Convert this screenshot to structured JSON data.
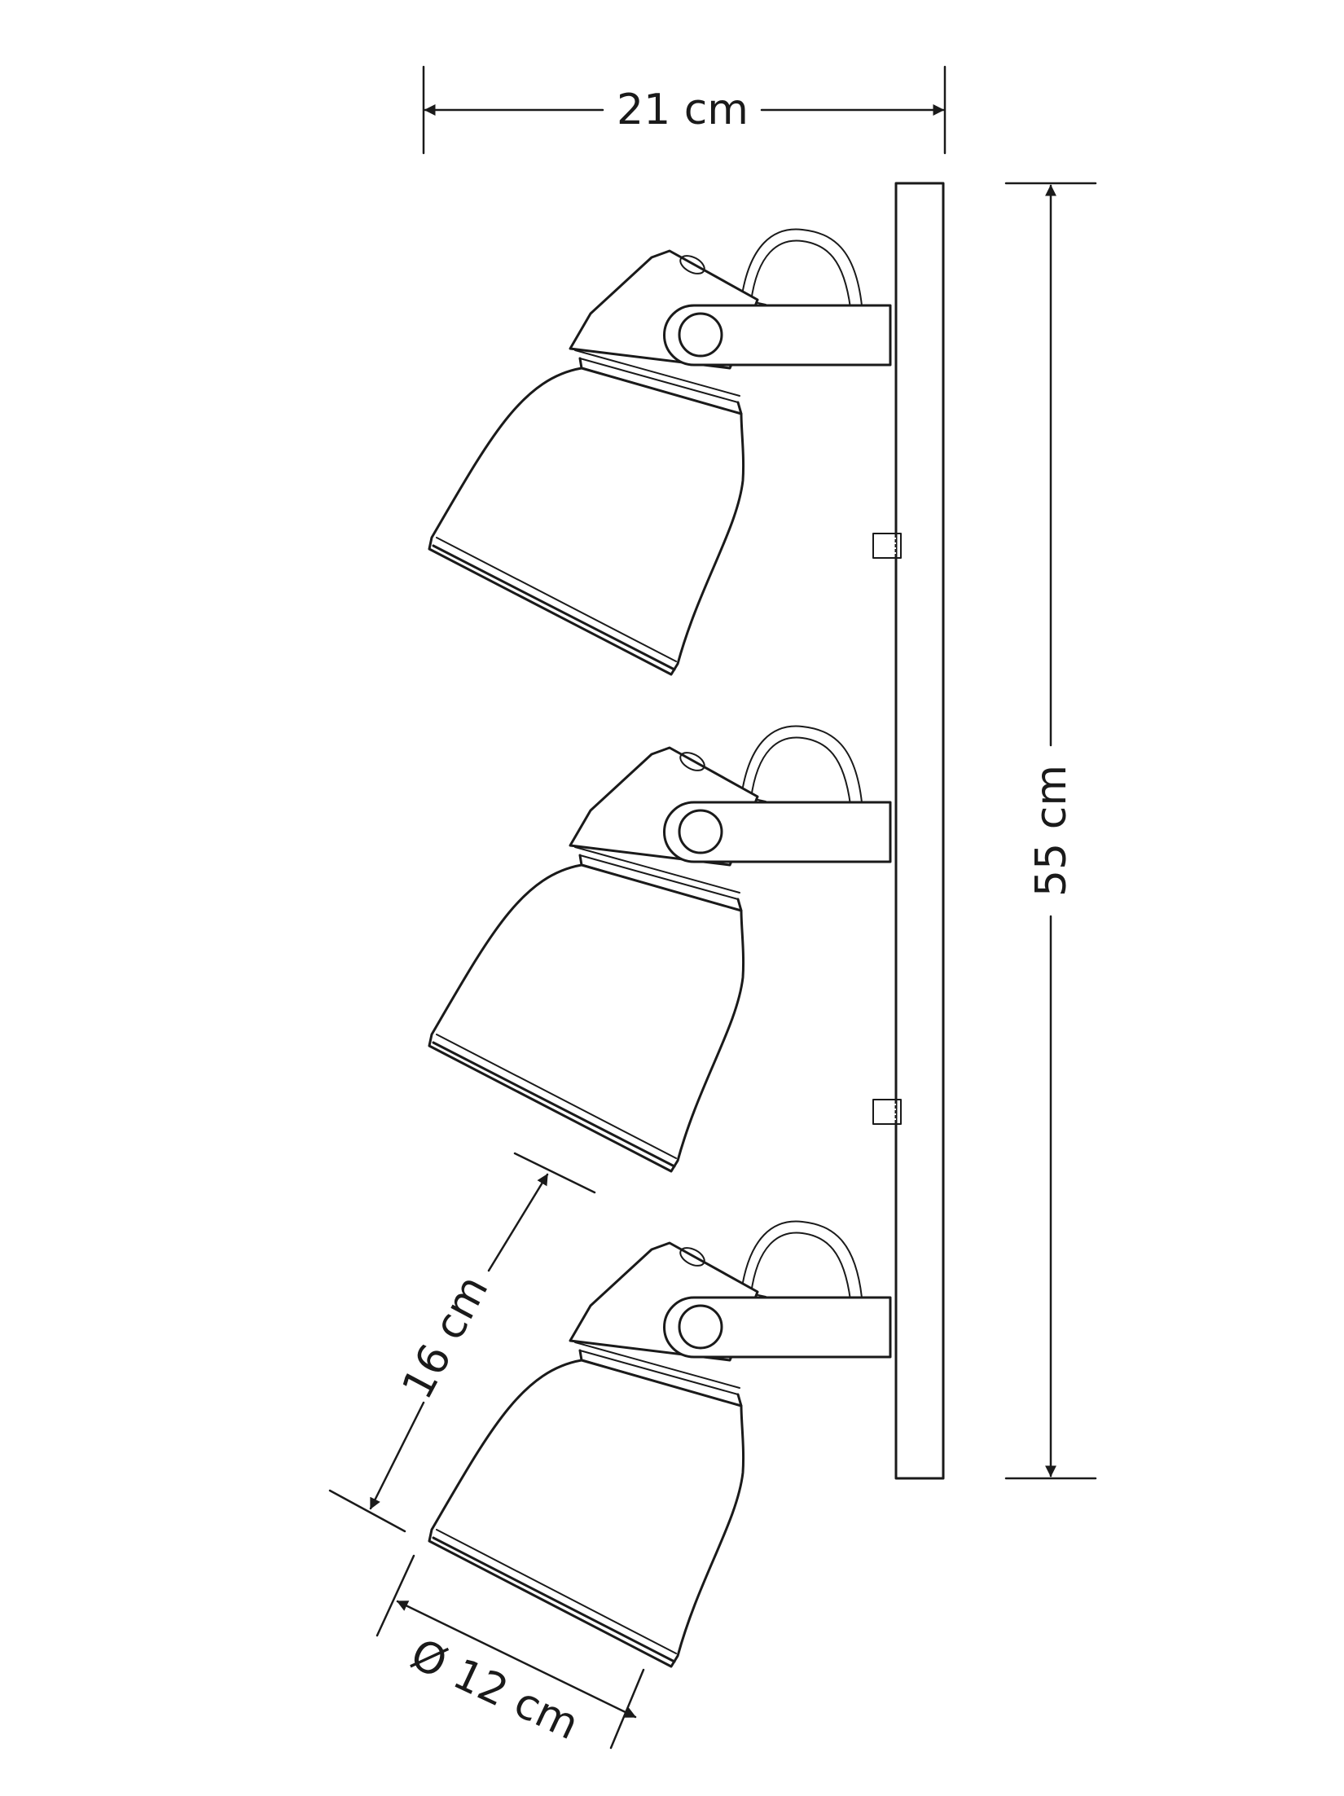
{
  "dimensions": {
    "width": "21 cm",
    "height": "55 cm",
    "spacing": "16 cm",
    "diameter": "Ø 12 cm"
  },
  "spots": [
    {
      "id": "top"
    },
    {
      "id": "middle"
    },
    {
      "id": "bottom"
    }
  ],
  "colors": {
    "line": "#1a1a1a",
    "background": "#ffffff"
  }
}
